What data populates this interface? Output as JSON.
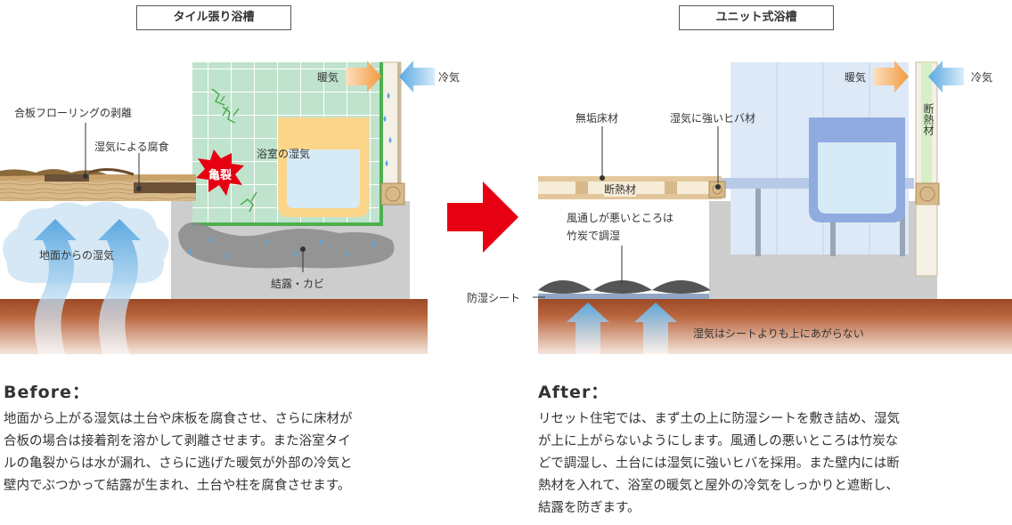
{
  "before": {
    "title": "タイル張り浴槽",
    "labels": {
      "plywood": "合板フローリングの剥離",
      "corrosion": "湿気による腐食",
      "warm": "暖気",
      "cold": "冷気",
      "crack": "亀裂",
      "bathroom_humidity": "浴室の湿気",
      "ground_moisture": "地面からの湿気",
      "condensation": "結露・カビ"
    },
    "heading": "Before：",
    "lines": [
      "地面から上がる湿気は土台や床板を腐食させ、さらに床材が",
      "合板の場合は接着剤を溶かして剥離させます。また浴室タイ",
      "ルの亀裂からは水が漏れ、さらに逃げた暖気が外部の冷気と",
      "壁内でぶつかって結露が生まれ、土台や柱を腐食させます。"
    ]
  },
  "after": {
    "title": "ユニット式浴槽",
    "labels": {
      "clean_floor": "無垢床材",
      "hiba": "湿気に強いヒバ材",
      "insulation": "断熱材",
      "wall_insulation": "断熱材",
      "warm": "暖気",
      "cold": "冷気",
      "charcoal": "風通しが悪いところは",
      "charcoal2": "竹炭で調湿",
      "sheet": "防湿シート",
      "sheet_note": "湿気はシートよりも上にあがらない"
    },
    "heading": "After：",
    "lines": [
      "リセット住宅では、まず土の上に防湿シートを敷き詰め、湿気",
      "が上に上がらないようにします。風通しの悪いところは竹炭な",
      "どで調湿し、土台には湿気に強いヒバを採用。また壁内には断",
      "熱材を入れて、浴室の暖気と屋外の冷気をしっかりと遮断し、",
      "結露を防ぎます。"
    ]
  },
  "colors": {
    "soil": "#b5603a",
    "warm_arrow": "#f0a050",
    "cold_arrow": "#7ab8e8",
    "tile": "#bde3cc",
    "red_arrow": "#e60012"
  }
}
